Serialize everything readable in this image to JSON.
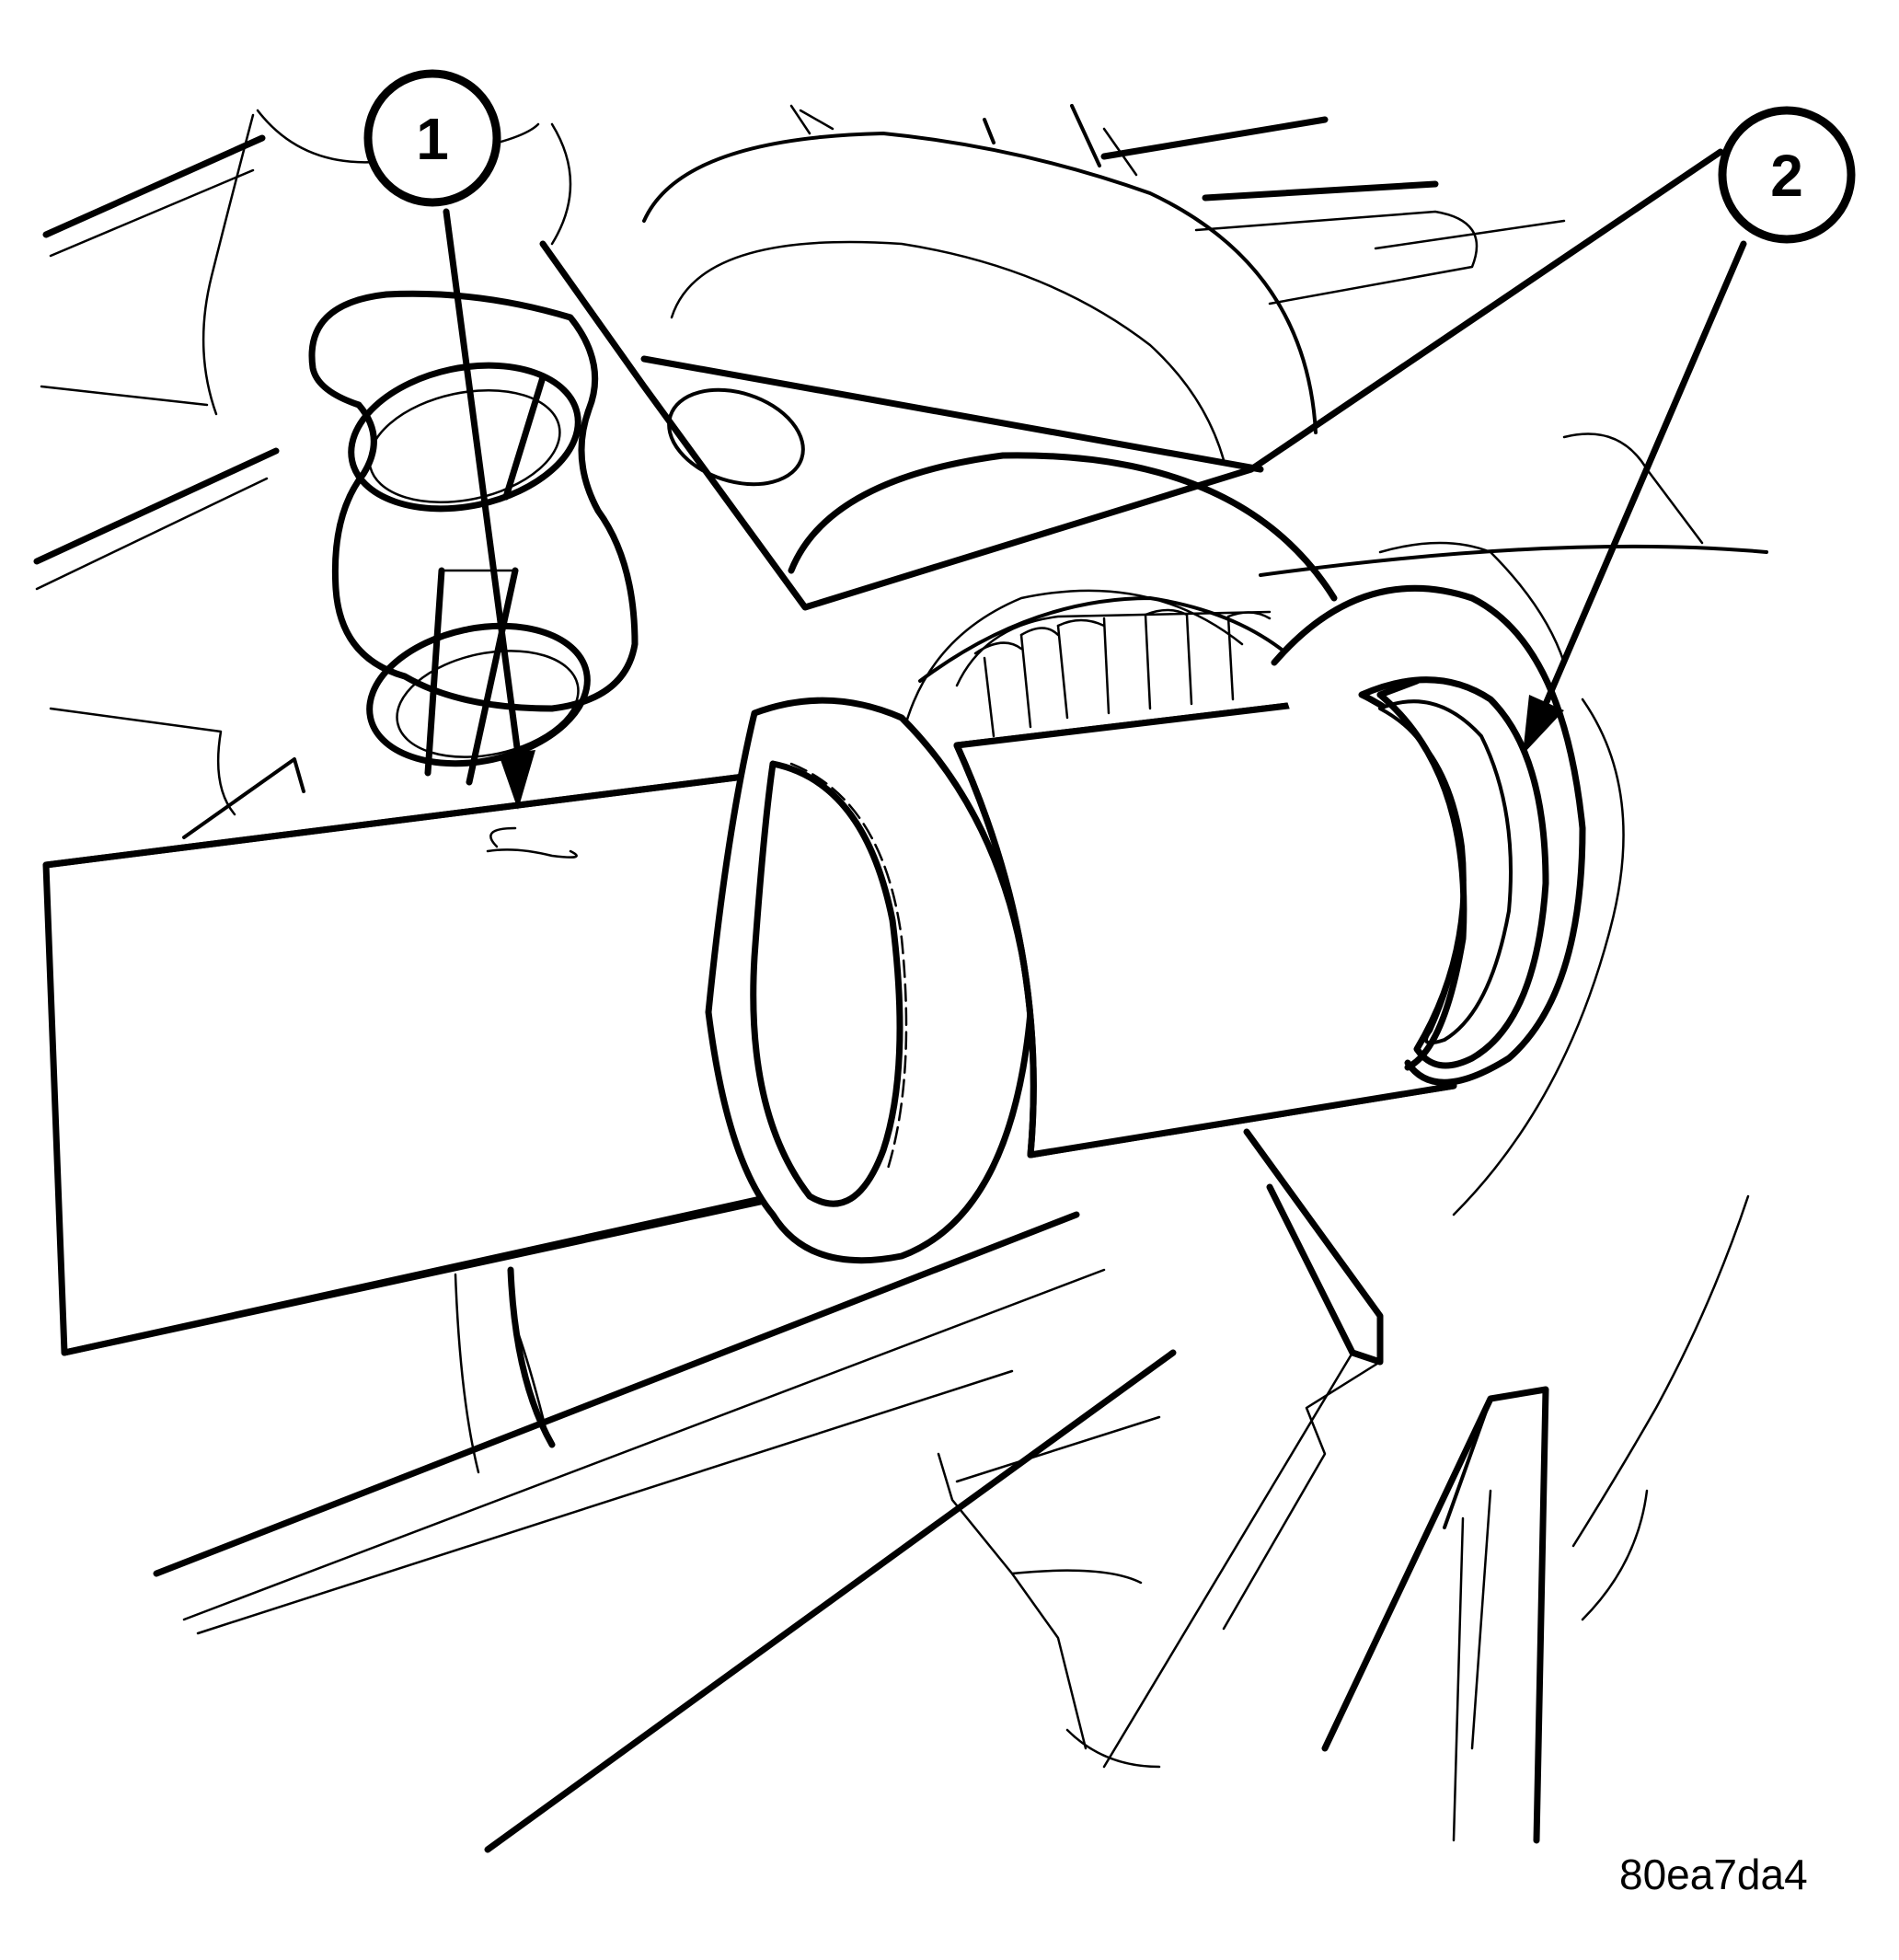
{
  "figure_id": "80ea7da4",
  "callouts": [
    {
      "label": "1"
    },
    {
      "label": "2"
    }
  ]
}
